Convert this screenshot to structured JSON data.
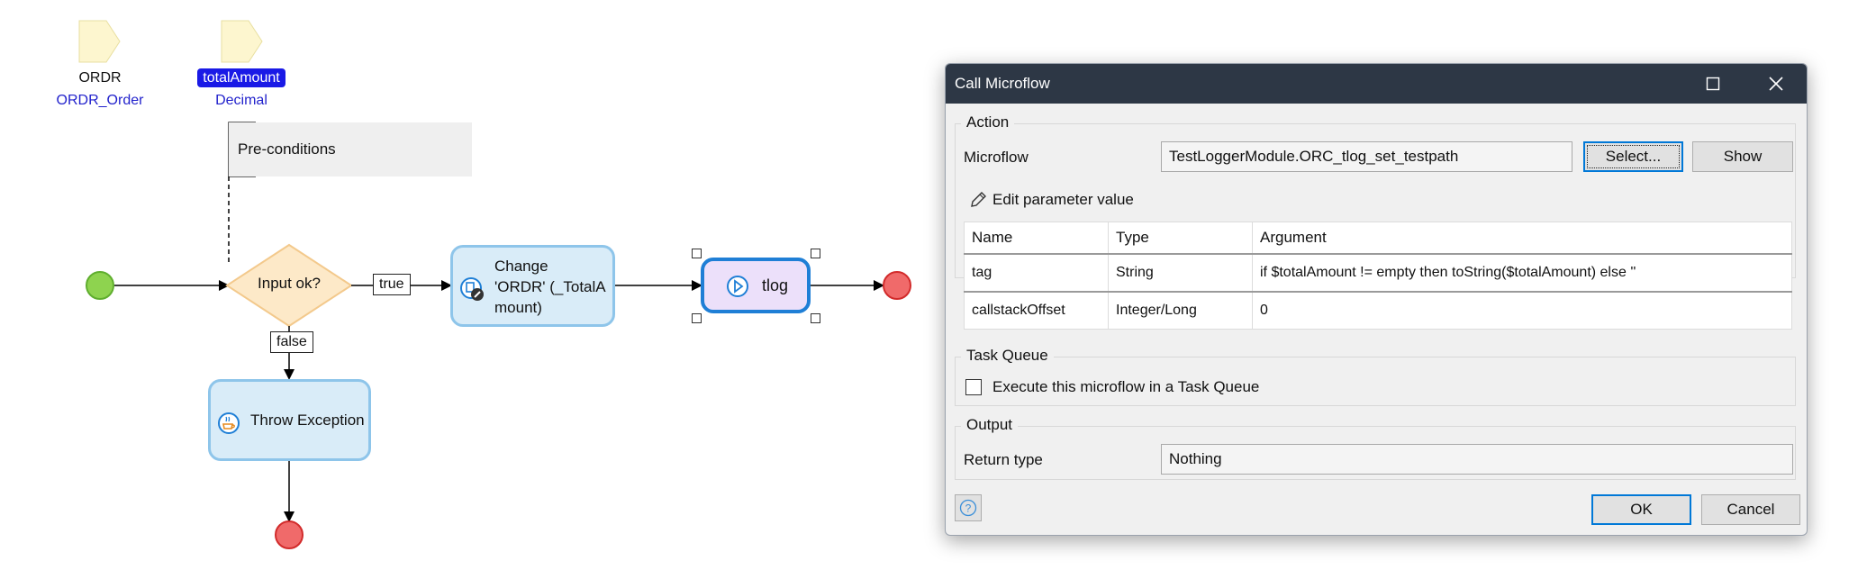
{
  "parameters": [
    {
      "name": "ORDR",
      "type": "ORDR_Order"
    },
    {
      "name": "totalAmount",
      "type": "Decimal"
    }
  ],
  "annotation": {
    "text": "Pre-conditions"
  },
  "decision": {
    "label": "Input ok?"
  },
  "flows": {
    "true_label": "true",
    "false_label": "false"
  },
  "activities": {
    "change": {
      "line1": "Change",
      "line2": "'ORDR' (_TotalA",
      "line3": "mount)"
    },
    "throw": {
      "label": "Throw Exception"
    },
    "tlog": {
      "label": "tlog"
    }
  },
  "dialog": {
    "title": "Call Microflow",
    "action_section": "Action",
    "microflow_label": "Microflow",
    "microflow_value": "TestLoggerModule.ORC_tlog_set_testpath",
    "select_button": "Select...",
    "show_button": "Show",
    "edit_param_link": "Edit parameter value",
    "table": {
      "headers": [
        "Name",
        "Type",
        "Argument"
      ],
      "rows": [
        {
          "name": "tag",
          "type": "String",
          "argument": "if $totalAmount != empty then   toString($totalAmount) else   ''"
        },
        {
          "name": "callstackOffset",
          "type": "Integer/Long",
          "argument": "0"
        }
      ]
    },
    "task_queue_section": "Task Queue",
    "task_queue_checkbox": "Execute this microflow in a Task Queue",
    "task_queue_checked": false,
    "output_section": "Output",
    "return_type_label": "Return type",
    "return_type_value": "Nothing",
    "ok_button": "OK",
    "cancel_button": "Cancel"
  },
  "colors": {
    "start_event": "#8ed34f",
    "end_event": "#f06a6a",
    "decision_fill": "#fde9c8",
    "activity_fill": "#d9ecf8",
    "tlog_fill": "#ece0fa",
    "selected_param": "#1a1ae6",
    "titlebar": "#2d3745"
  }
}
